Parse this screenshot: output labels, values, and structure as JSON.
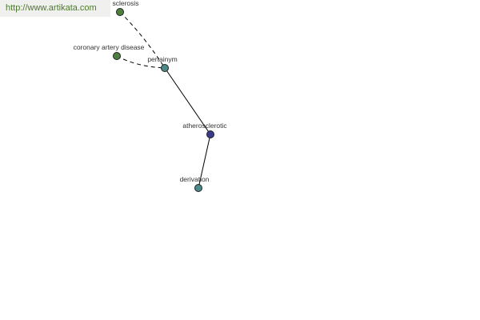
{
  "watermark": {
    "text": "http://www.artikata.com"
  },
  "colors": {
    "central": "#3b3b8c",
    "relation": "#4a8a8a",
    "term": "#4e7f3e",
    "stroke": "#222222",
    "edge": "#000000"
  },
  "nodes": {
    "sclerosis": {
      "label": "sclerosis",
      "kind": "term"
    },
    "cad": {
      "label": "coronary artery disease",
      "kind": "term"
    },
    "pertainym": {
      "label": "pertainym",
      "kind": "relation"
    },
    "atherosclerotic": {
      "label": "atherosclerotic",
      "kind": "central"
    },
    "derivation": {
      "label": "derivation",
      "kind": "relation"
    }
  },
  "edges": [
    {
      "from": "sclerosis",
      "to": "pertainym",
      "style": "dashed"
    },
    {
      "from": "cad",
      "to": "pertainym",
      "style": "dashed"
    },
    {
      "from": "pertainym",
      "to": "atherosclerotic",
      "style": "solid"
    },
    {
      "from": "atherosclerotic",
      "to": "derivation",
      "style": "solid"
    }
  ]
}
